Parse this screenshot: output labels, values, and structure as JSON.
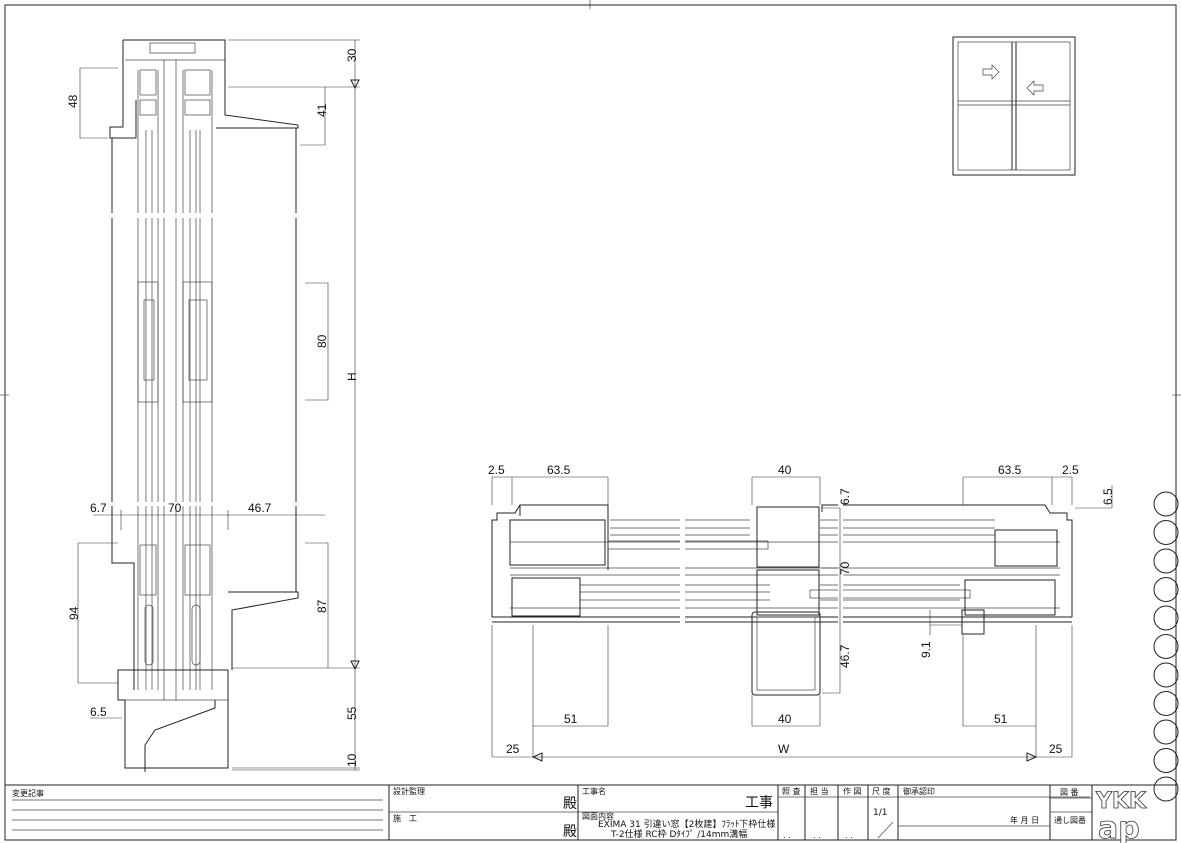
{
  "drawing": {
    "vertical_section": {
      "dims": {
        "d30": "30",
        "d41": "41",
        "d48": "48",
        "d80": "80",
        "dH": "H",
        "d6_7": "6.7",
        "d70": "70",
        "d46_7": "46.7",
        "d94": "94",
        "d87": "87",
        "d6_5": "6.5",
        "d55": "55",
        "d10": "10"
      }
    },
    "horizontal_section": {
      "dims": {
        "l2_5": "2.5",
        "l63_5": "63.5",
        "c40_top": "40",
        "r63_5": "63.5",
        "r2_5": "2.5",
        "r6_5": "6.5",
        "c6_7": "6.7",
        "c70": "70",
        "c46_7": "46.7",
        "r9_1": "9.1",
        "l51": "51",
        "c40_bot": "40",
        "r51": "51",
        "l25": "25",
        "W": "W",
        "r25": "25"
      }
    }
  },
  "title_block": {
    "revision_label": "変更記事",
    "design_supervision": "設計監理",
    "construction": "施　工",
    "honorific_1": "殿",
    "honorific_2": "殿",
    "project_name_label": "工事名",
    "project_suffix": "工事",
    "drawing_content_label": "図面内容",
    "drawing_content_line1": "EXIMA 31 引違い窓【2枚建】ﾌﾗｯﾄ下枠仕様",
    "drawing_content_line2": "T-2仕様 RC枠 Dﾀｲﾌﾟ /14mm溝幅",
    "check_label": "照 査",
    "charge_label": "担 当",
    "drafting_label": "作 図",
    "scale_label": "尺 度",
    "scale_value": "1/1",
    "approval_label": "御承認印",
    "date_label": "年 月 日",
    "drawing_no_label": "図 番",
    "serial_no_label": "通し図番",
    "blank_dots": ". .",
    "logo_text": "YKK ap"
  }
}
